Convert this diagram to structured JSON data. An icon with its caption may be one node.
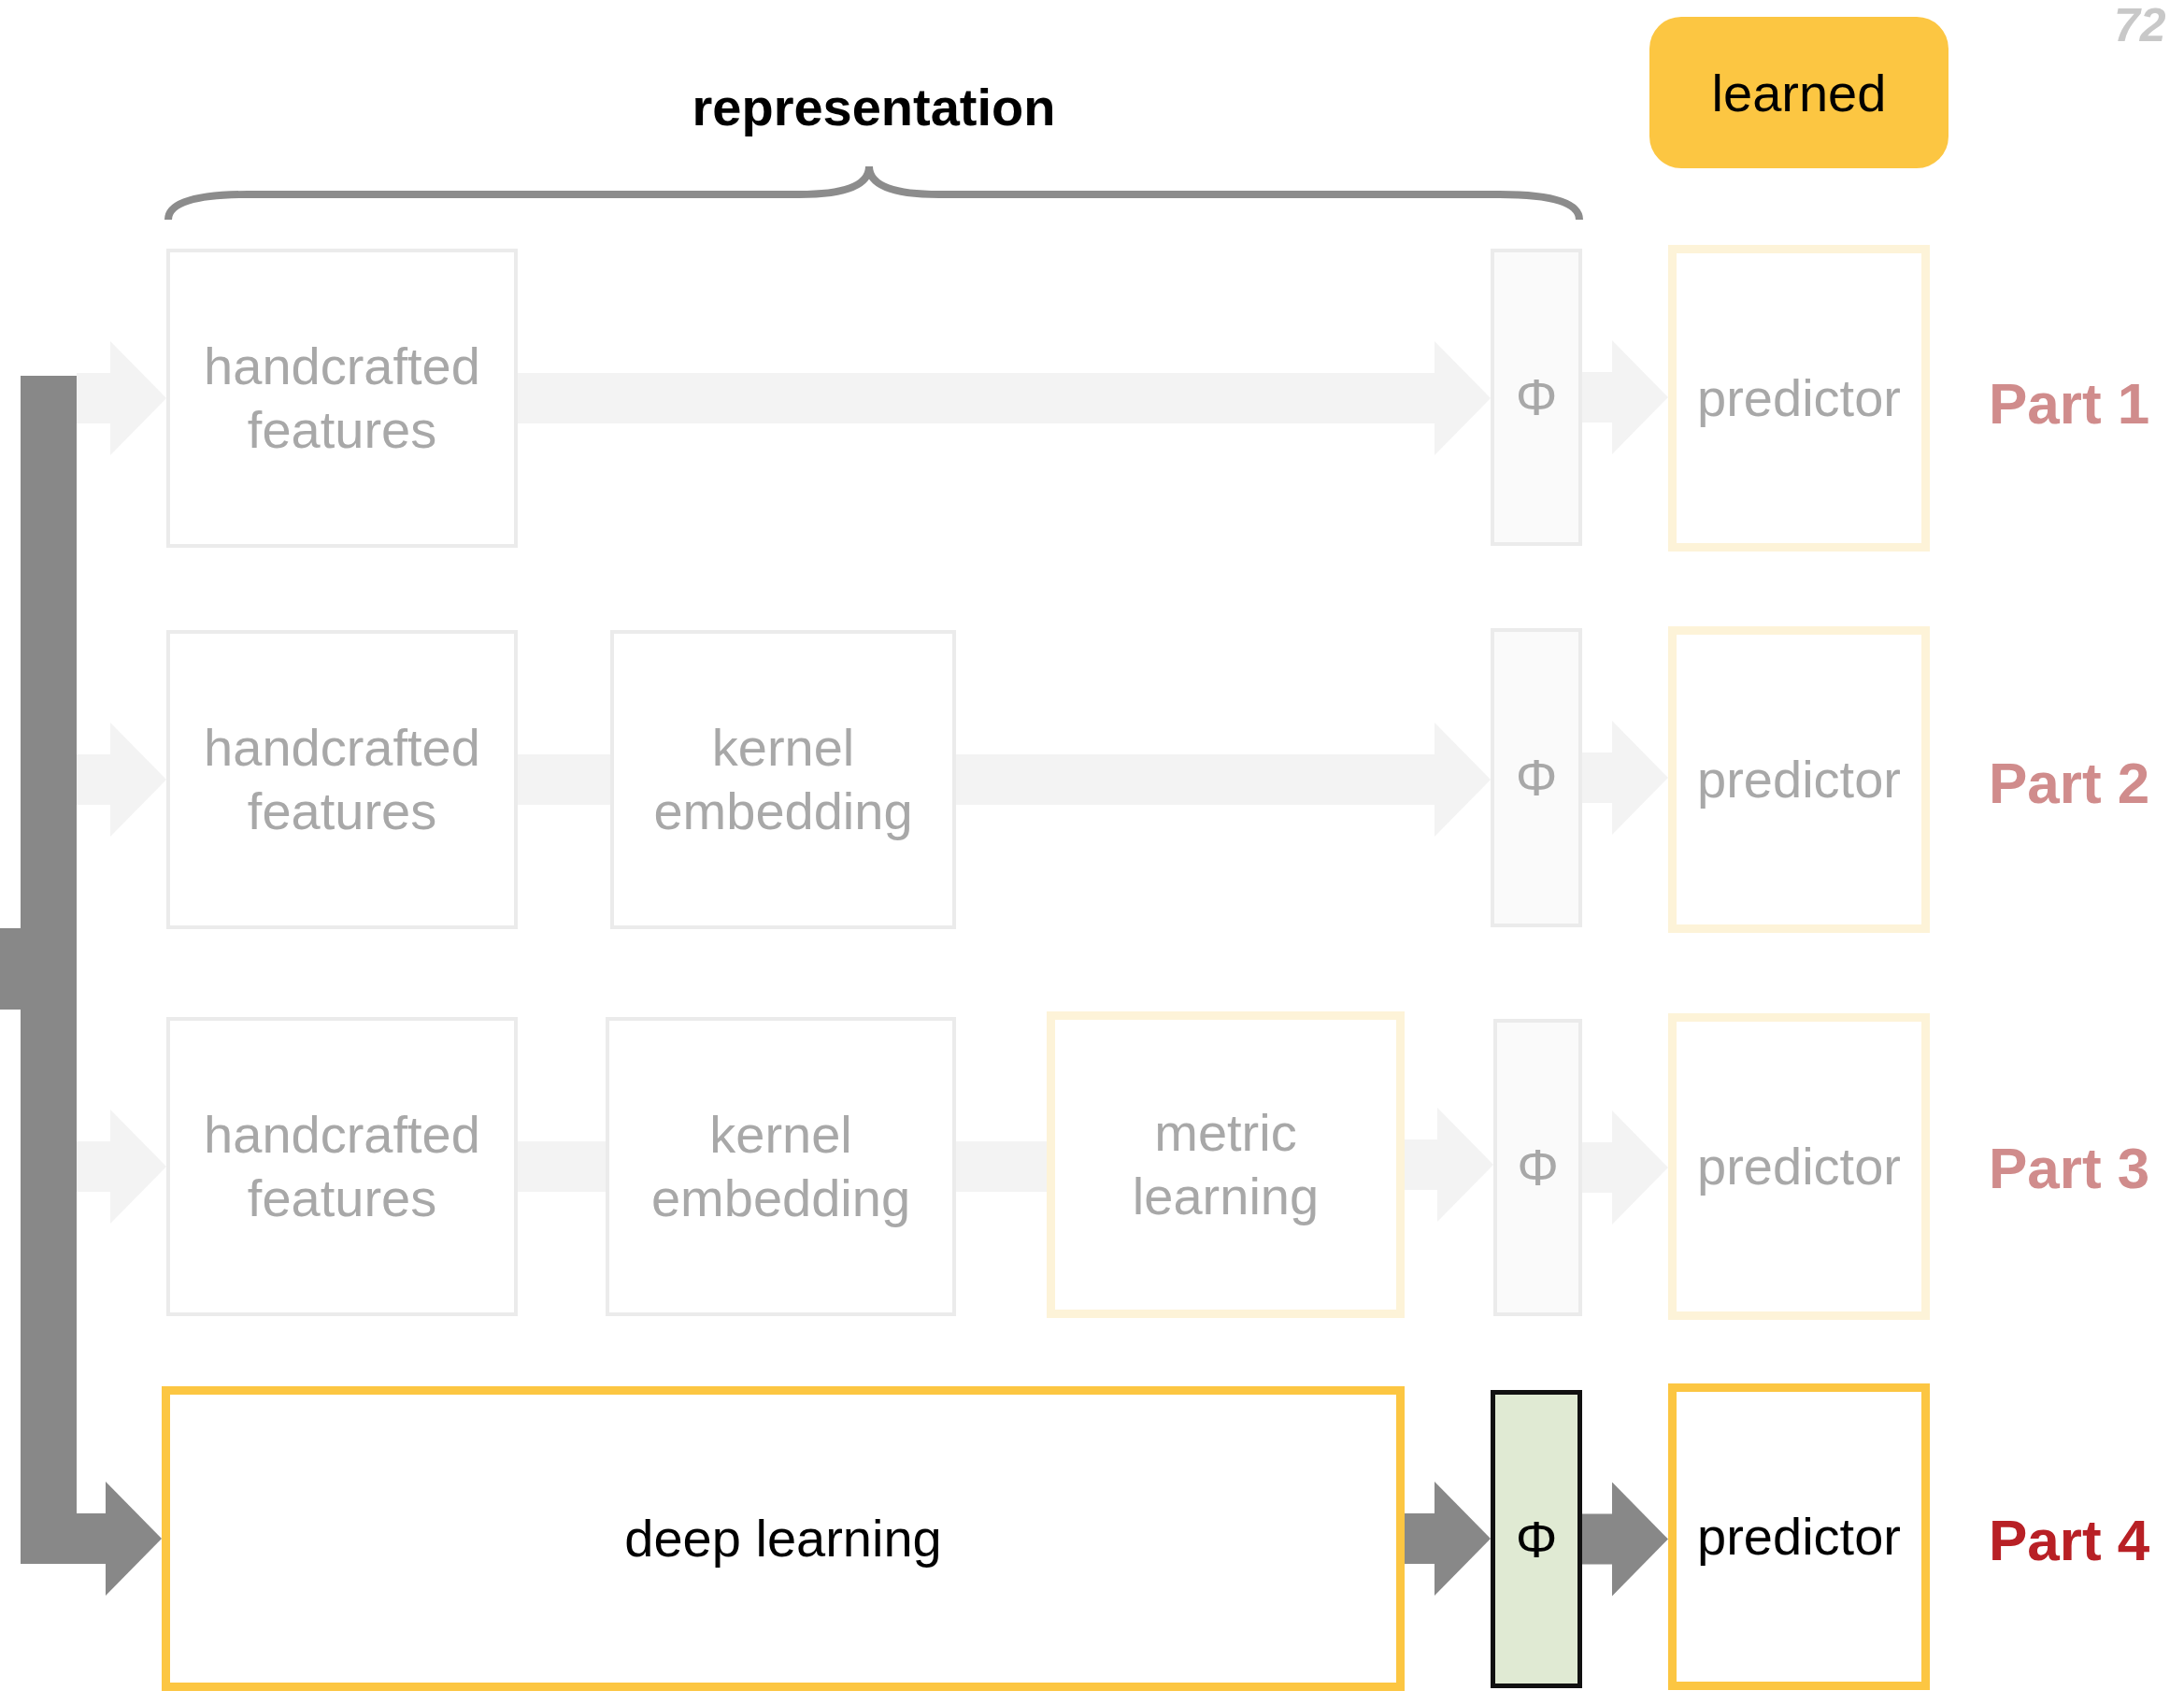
{
  "diagram": {
    "nodes": [
      {
        "text": [],
        "shape": "bar"
      },
      {
        "text": [
          "handcrafted features"
        ]
      },
      {
        "text": [
          "Φ"
        ]
      },
      {
        "text": [
          "predictor"
        ]
      },
      {
        "text": [
          "handcrafted features"
        ]
      },
      {
        "text": [
          "kernel embedding"
        ]
      },
      {
        "text": [
          "Φ"
        ]
      },
      {
        "text": [
          "predictor"
        ]
      },
      {
        "text": [
          "handcrafted features"
        ]
      },
      {
        "text": [
          "kernel embedding"
        ]
      },
      {
        "text": [
          "metric learning"
        ]
      },
      {
        "text": [
          "Φ"
        ]
      },
      {
        "text": [
          "predictor"
        ]
      },
      {
        "text": [
          "deep learning"
        ]
      },
      {
        "text": [
          "Φ"
        ]
      },
      {
        "text": [
          "predictor"
        ]
      }
    ],
    "edges": [
      {
        "from": 0,
        "to": 1,
        "arrow": "to"
      },
      {
        "from": 1,
        "to": 2,
        "arrow": "to"
      },
      {
        "from": 2,
        "to": 3,
        "arrow": "to"
      },
      {
        "from": 0,
        "to": 4,
        "arrow": "to"
      },
      {
        "from": 4,
        "to": 5,
        "arrow": "none"
      },
      {
        "from": 5,
        "to": 6,
        "arrow": "to"
      },
      {
        "from": 6,
        "to": 7,
        "arrow": "to"
      },
      {
        "from": 0,
        "to": 8,
        "arrow": "to"
      },
      {
        "from": 8,
        "to": 9,
        "arrow": "none"
      },
      {
        "from": 9,
        "to": 10,
        "arrow": "none"
      },
      {
        "from": 10,
        "to": 11,
        "arrow": "to"
      },
      {
        "from": 11,
        "to": 12,
        "arrow": "to"
      },
      {
        "from": 0,
        "to": 13,
        "arrow": "to",
        "color": "#888888"
      },
      {
        "from": 13,
        "to": 14,
        "arrow": "to",
        "color": "#888888"
      },
      {
        "from": 14,
        "to": 15,
        "arrow": "to",
        "color": "#888888"
      }
    ],
    "labels": [
      "72",
      "representation",
      "Part 1",
      "Part 2",
      "Part 3",
      "Part 4"
    ],
    "legend": [
      {
        "text": "learned",
        "color": "#fcc642"
      }
    ]
  }
}
